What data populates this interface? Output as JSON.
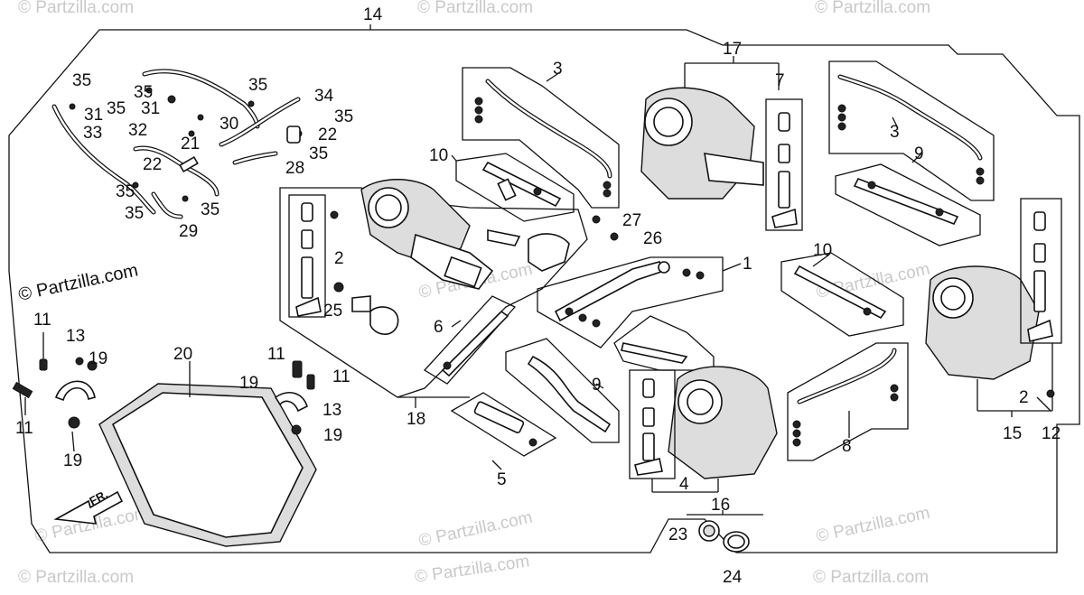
{
  "watermark": {
    "repeat": "© Partzilla.com",
    "main": "© Partzilla.com"
  },
  "direction_label": "FR.",
  "callouts": {
    "c1": "1",
    "c2a": "2",
    "c2b": "2",
    "c3a": "3",
    "c3b": "3",
    "c4": "4",
    "c5": "5",
    "c6": "6",
    "c7": "7",
    "c8": "8",
    "c9a": "9",
    "c9b": "9",
    "c10a": "10",
    "c10b": "10",
    "c11a": "11",
    "c11b": "11",
    "c11c": "11",
    "c11d": "11",
    "c12": "12",
    "c13a": "13",
    "c13b": "13",
    "c14": "14",
    "c15": "15",
    "c16": "16",
    "c17": "17",
    "c18": "18",
    "c19a": "19",
    "c19b": "19",
    "c19c": "19",
    "c19d": "19",
    "c20": "20",
    "c21": "21",
    "c22a": "22",
    "c22b": "22",
    "c23": "23",
    "c24": "24",
    "c25": "25",
    "c26": "26",
    "c27": "27",
    "c28": "28",
    "c29": "29",
    "c30": "30",
    "c31a": "31",
    "c31b": "31",
    "c32": "32",
    "c33": "33",
    "c34": "34",
    "c35a": "35",
    "c35b": "35",
    "c35c": "35",
    "c35d": "35",
    "c35e": "35",
    "c35f": "35",
    "c35g": "35",
    "c35h": "35",
    "c35i": "35"
  }
}
